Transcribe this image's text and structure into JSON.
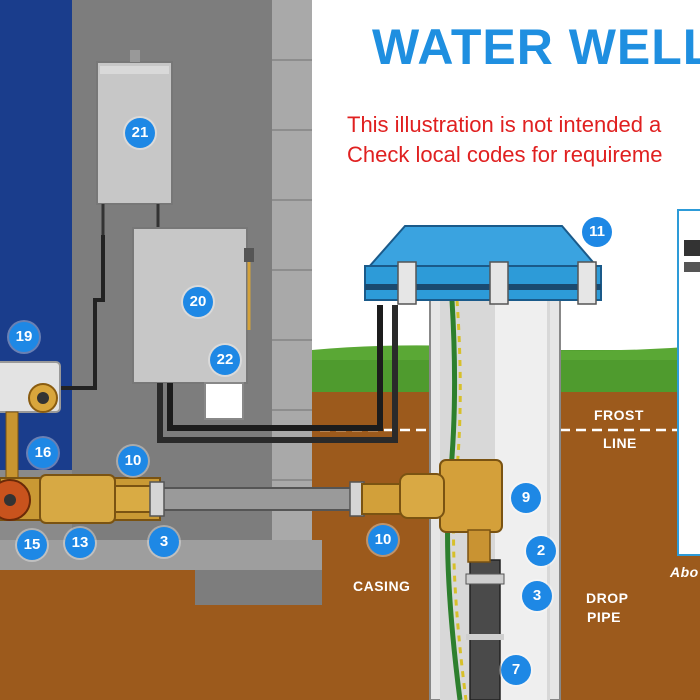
{
  "title": "WATER WELL",
  "notes": {
    "line1": "This illustration is not intended a",
    "line2": "Check local codes for requireme"
  },
  "labels": {
    "frost": "FROST",
    "line": "LINE",
    "casing": "CASING",
    "drop": "DROP",
    "pipe": "PIPE",
    "cutoff": "Abo"
  },
  "callouts": [
    "21",
    "11",
    "20",
    "22",
    "19",
    "16",
    "10",
    "9",
    "10",
    "2",
    "3",
    "3",
    "15",
    "13",
    "7"
  ],
  "colors": {
    "title": "#1f8fe0",
    "note": "#e02020",
    "callout": "#1e88e5",
    "soil": "#9c5a1c",
    "grass": "#4f9b2e",
    "wall": "#1a3d8c",
    "pitless": "#2d9bd8"
  }
}
